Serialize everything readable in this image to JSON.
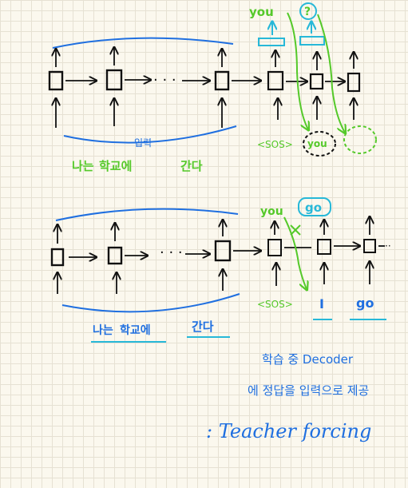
{
  "top_diagram": {
    "enc_label": "입력",
    "enc_words": [
      "나는",
      "학교에",
      "간다"
    ],
    "dec_start": "<SOS>",
    "dec_output_1": "you",
    "dec_output_2": "?",
    "dec_input_2": "you"
  },
  "bottom_diagram": {
    "enc_words": [
      "나는",
      "학교에",
      "간다"
    ],
    "dec_start": "<SOS>",
    "dec_output_1": "you",
    "dec_output_2": "go",
    "correct_inputs": [
      "I",
      "go"
    ]
  },
  "notes": {
    "line1": "학습 중 Decoder",
    "line2": "에 정답을 입력으로 제공",
    "line3": ": Teacher forcing"
  },
  "colors": {
    "ink": "#111111",
    "blue": "#1f6fe0",
    "green": "#55c92a",
    "cyan": "#27b8d8"
  }
}
